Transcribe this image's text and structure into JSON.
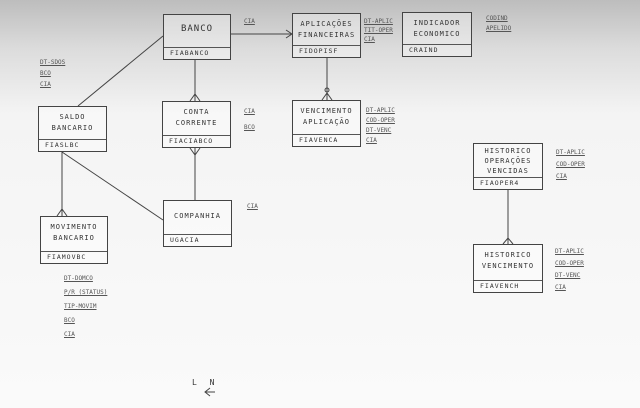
{
  "entities": [
    {
      "name": "BANCO",
      "key": "FIABANCO"
    },
    {
      "name": "APLICAÇÕES\nFINANCEIRAS",
      "key": "FIDOPISF"
    },
    {
      "name": "INDICADOR\nECONOMICO",
      "key": "CRAIND"
    },
    {
      "name": "SALDO\nBANCARIO",
      "key": "FIASLBC"
    },
    {
      "name": "CONTA\nCORRENTE",
      "key": "FIACIABCO"
    },
    {
      "name": "VENCIMENTO\nAPLICAÇÃO",
      "key": "FIAVENCA"
    },
    {
      "name": "COMPANHIA",
      "key": "UGACIA"
    },
    {
      "name": "MOVIMENTO\nBANCARIO",
      "key": "FIAMOVBC"
    },
    {
      "name": "HISTORICO\nOPERAÇÕES\nVENCIDAS",
      "key": "FIAOPER4"
    },
    {
      "name": "HISTORICO\nVENCIMENTO",
      "key": "FIAVENCH"
    }
  ],
  "annotations": {
    "banco_aplic": [
      "CIA"
    ],
    "aplic": [
      "DT-APLIC",
      "TIT-OPER",
      "CIA"
    ],
    "indicador": [
      "CODIND",
      "APELIDO"
    ],
    "saldo": [
      "DT-SDOS",
      "BCO",
      "CIA"
    ],
    "conta": [
      "CIA",
      "BCO"
    ],
    "venc": [
      "DT-APLIC",
      "COD-OPER",
      "DT-VENC",
      "CIA"
    ],
    "companhia": [
      "CIA"
    ],
    "movimento": [
      "DT-DOMCO",
      "P/R (STATUS)",
      "TIP-MOVIM",
      "BCO",
      "CIA"
    ],
    "hist_oper": [
      "DT-APLIC",
      "COD-OPER",
      "CIA"
    ],
    "hist_venc": [
      "DT-APLIC",
      "COD-OPER",
      "DT-VENC",
      "CIA"
    ]
  },
  "footer_mark": "L N"
}
